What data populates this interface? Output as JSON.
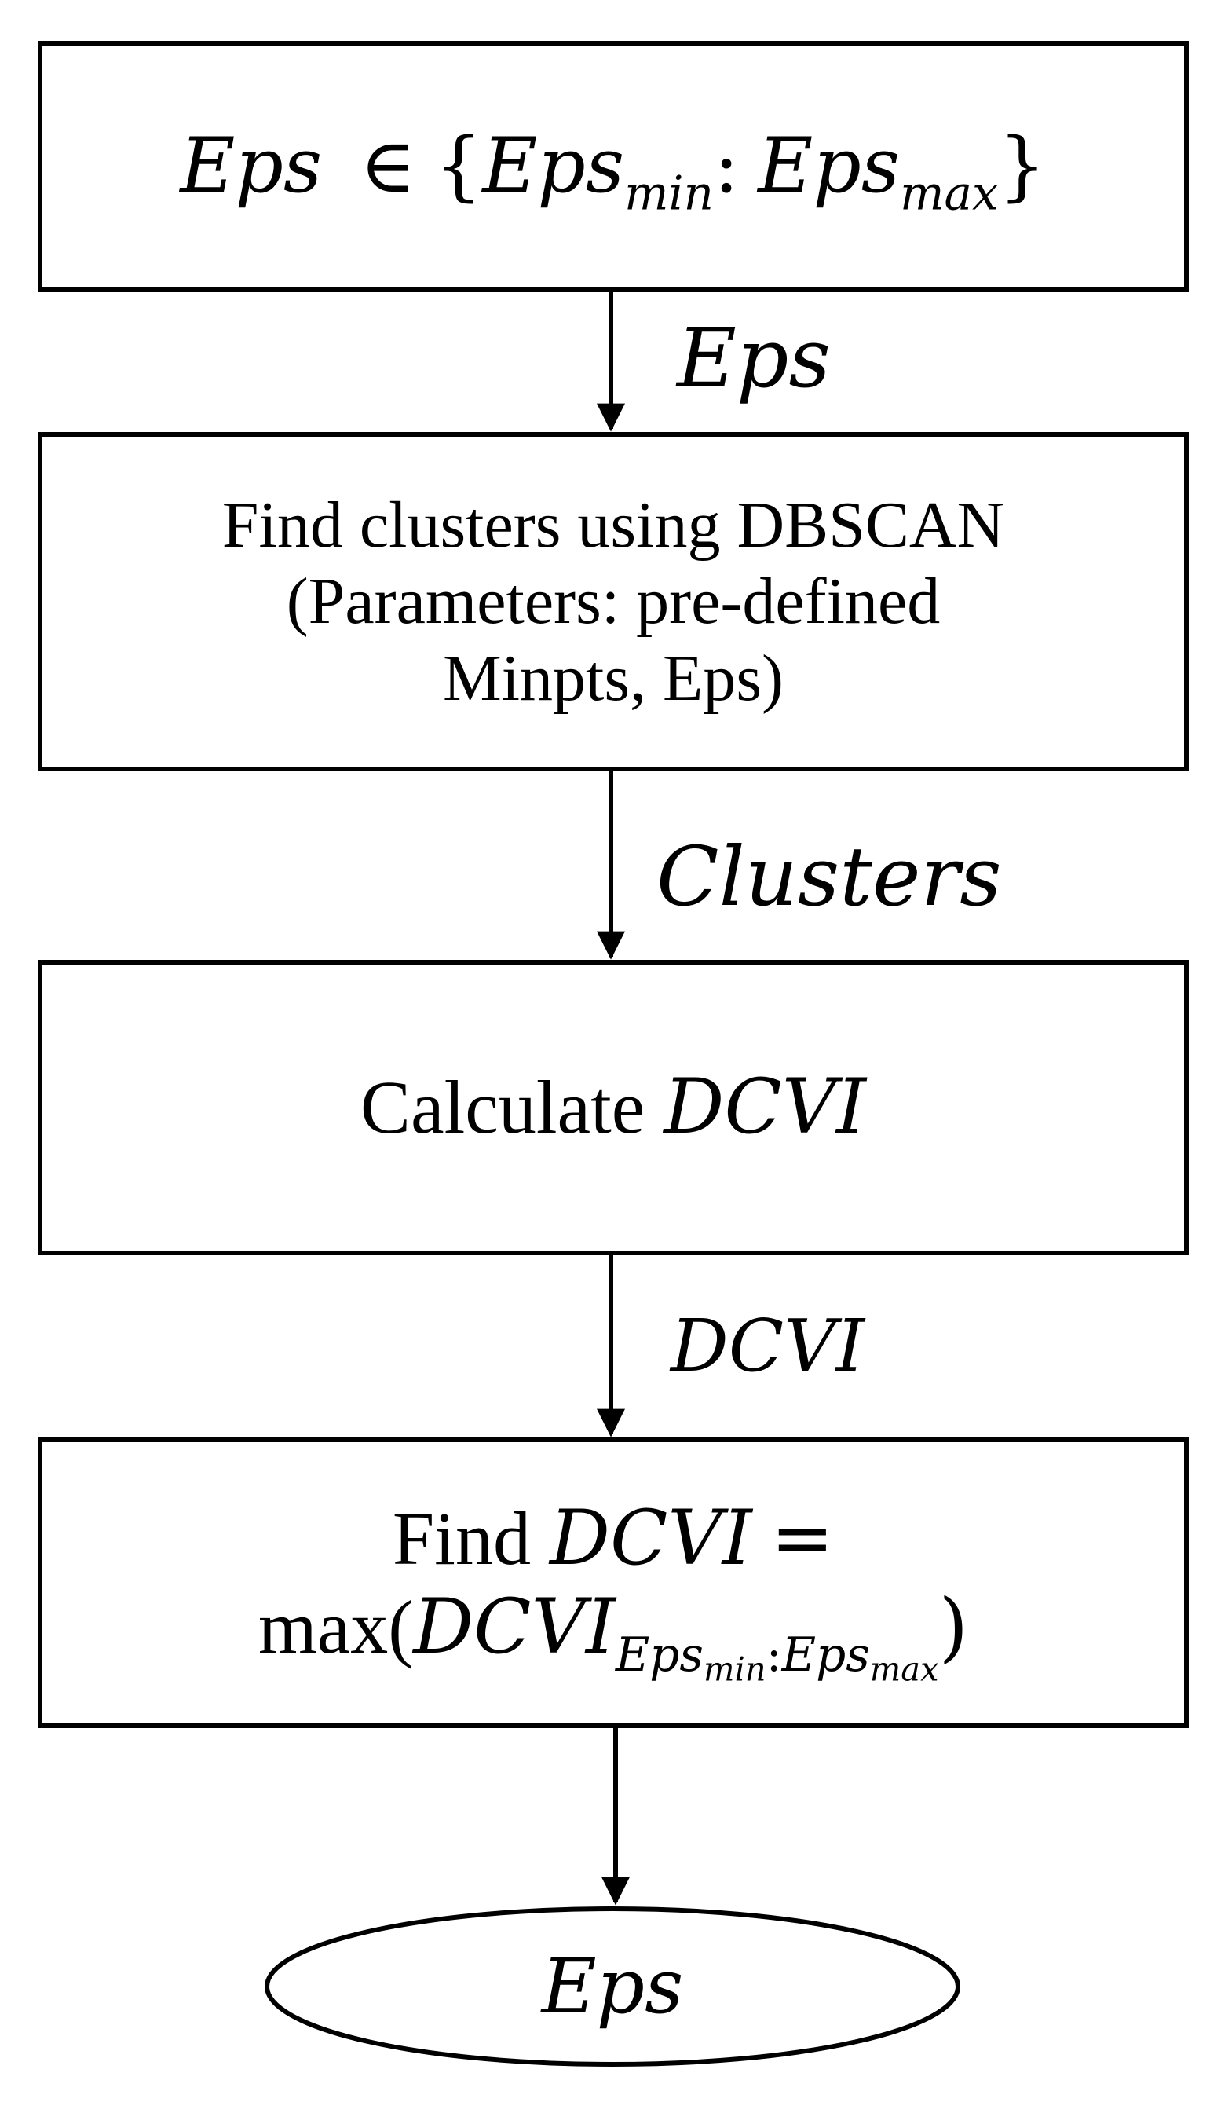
{
  "nodes": {
    "init": {
      "var": "Eps",
      "in_symbol": "∈",
      "open_brace": "{",
      "min_base": "Eps",
      "min_sub": "min",
      "colon": ":",
      "max_base": "Eps",
      "max_sub": "max",
      "close_brace": "}"
    },
    "dbscan": {
      "line1": "Find clusters using DBSCAN",
      "line2": "(Parameters: pre-defined",
      "line3": "Minpts, Eps)"
    },
    "calc": {
      "text": "Calculate",
      "var": "DCVI"
    },
    "find_max": {
      "prefix": "Find",
      "var": "DCVI",
      "equals": "=",
      "func": "max(",
      "arg": "DCVI",
      "sub_min_base": "Eps",
      "sub_min_sub": "min",
      "sub_colon": ":",
      "sub_max_base": "Eps",
      "sub_max_sub": "max",
      "close_paren": ")"
    },
    "terminal": {
      "text": "Eps"
    }
  },
  "edges": [
    {
      "from": "init",
      "to": "dbscan",
      "label": "Eps"
    },
    {
      "from": "dbscan",
      "to": "calc",
      "label": "Clusters"
    },
    {
      "from": "calc",
      "to": "find_max",
      "label": "DCVI"
    },
    {
      "from": "find_max",
      "to": "terminal",
      "label": ""
    }
  ],
  "colors": {
    "stroke": "#000000",
    "fill": "#ffffff"
  }
}
